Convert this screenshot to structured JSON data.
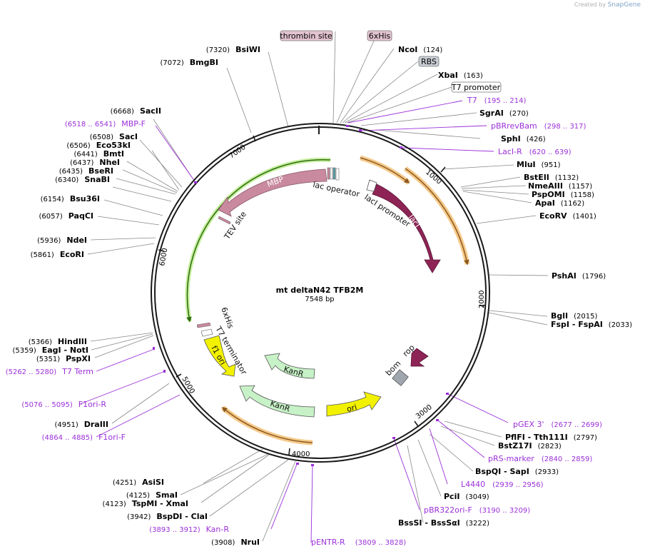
{
  "credit": {
    "prefix": "Created by",
    "brand": "SnapGene"
  },
  "plasmid": {
    "name": "mt deltaN42 TFB2M",
    "size_label": "7548 bp"
  },
  "ticks": [
    "1000",
    "2000",
    "3000",
    "4000",
    "5000",
    "6000",
    "7000"
  ],
  "boxed_labels": [
    {
      "text": "thrombin site",
      "fill": "#e3c3d0"
    },
    {
      "text": "6xHis",
      "fill": "#e3c3d0"
    },
    {
      "text": "RBS",
      "fill": "#c9ced4"
    },
    {
      "text": "T7 promoter",
      "fill": "#ffffff"
    }
  ],
  "sites_right": [
    {
      "name": "NcoI",
      "pos": "(124)"
    },
    {
      "name": "XbaI",
      "pos": "(163)"
    },
    {
      "name": "SgrAI",
      "pos": "(270)"
    },
    {
      "name": "SphI",
      "pos": "(426)"
    },
    {
      "name": "MluI",
      "pos": "(951)"
    },
    {
      "name": "BstEII",
      "pos": "(1132)"
    },
    {
      "name": "NmeAIII",
      "pos": "(1157)"
    },
    {
      "name": "PspOMI",
      "pos": "(1158)"
    },
    {
      "name": "ApaI",
      "pos": "(1162)"
    },
    {
      "name": "EcoRV",
      "pos": "(1401)"
    },
    {
      "name": "PshAI",
      "pos": "(1796)"
    },
    {
      "name": "BglI",
      "pos": "(2015)"
    },
    {
      "name": "FspI  -  FspAI",
      "pos": "(2033)"
    },
    {
      "name": "PflFI  -  Tth111I",
      "pos": "(2797)"
    },
    {
      "name": "BstZ17I",
      "pos": "(2823)"
    },
    {
      "name": "BspQI  -  SapI",
      "pos": "(2933)"
    },
    {
      "name": "PciI",
      "pos": "(3049)"
    },
    {
      "name": "BssSI  -  BssSαI",
      "pos": "(3222)"
    }
  ],
  "primers_right": [
    {
      "name": "T7",
      "pos": "(195 .. 214)"
    },
    {
      "name": "pBRrevBam",
      "pos": "(298 .. 317)"
    },
    {
      "name": "LacI-R",
      "pos": "(620 .. 639)"
    },
    {
      "name": "pGEX 3'",
      "pos": "(2677 .. 2699)"
    },
    {
      "name": "pRS-marker",
      "pos": "(2840 .. 2859)"
    },
    {
      "name": "L4440",
      "pos": "(2939 .. 2956)"
    },
    {
      "name": "pBR322ori-F",
      "pos": "(3190 .. 3209)"
    }
  ],
  "sites_left": [
    {
      "name": "BsiWI",
      "pos": "(7320)"
    },
    {
      "name": "BmgBI",
      "pos": "(7072)"
    },
    {
      "name": "SacII",
      "pos": "(6668)"
    },
    {
      "name": "SacI",
      "pos": "(6508)"
    },
    {
      "name": "Eco53kI",
      "pos": "(6506)"
    },
    {
      "name": "BmtI",
      "pos": "(6441)"
    },
    {
      "name": "NheI",
      "pos": "(6437)"
    },
    {
      "name": "BseRI",
      "pos": "(6435)"
    },
    {
      "name": "SnaBI",
      "pos": "(6340)"
    },
    {
      "name": "Bsu36I",
      "pos": "(6154)"
    },
    {
      "name": "PaqCI",
      "pos": "(6057)"
    },
    {
      "name": "NdeI",
      "pos": "(5936)"
    },
    {
      "name": "EcoRI",
      "pos": "(5861)"
    },
    {
      "name": "HindIII",
      "pos": "(5366)"
    },
    {
      "name": "EagI  -  NotI",
      "pos": "(5359)"
    },
    {
      "name": "PspXI",
      "pos": "(5351)"
    },
    {
      "name": "DraIII",
      "pos": "(4951)"
    }
  ],
  "primers_left": [
    {
      "name": "MBP-F",
      "pos": "(6518 .. 6541)"
    },
    {
      "name": "T7 Term",
      "pos": "(5262 .. 5280)"
    },
    {
      "name": "F1ori-R",
      "pos": "(5076 .. 5095)"
    },
    {
      "name": "F1ori-F",
      "pos": "(4864 .. 4885)"
    }
  ],
  "sites_bottom": [
    {
      "name": "AsiSI",
      "pos": "(4251)"
    },
    {
      "name": "SmaI",
      "pos": "(4125)"
    },
    {
      "name": "TspMI  -  XmaI",
      "pos": "(4123)"
    },
    {
      "name": "BspDI  -  ClaI",
      "pos": "(3942)"
    },
    {
      "name": "NruI",
      "pos": "(3908)"
    }
  ],
  "primers_bottom": [
    {
      "name": "Kan-R",
      "pos": "(3893 .. 3912)"
    },
    {
      "name": "pENTR-R",
      "pos": "(3809 .. 3828)"
    }
  ],
  "features": [
    {
      "name": "MBP",
      "color": "#c9899e"
    },
    {
      "name": "lacI",
      "color": "#8e2456"
    },
    {
      "name": "lac operator",
      "color": "#5aa1a8"
    },
    {
      "name": "lacI promoter",
      "color": "#ffffff"
    },
    {
      "name": "TEV site",
      "color": "#c9899e"
    },
    {
      "name": "6xHis",
      "color": "#c9899e"
    },
    {
      "name": "T7 terminator",
      "color": "#ffffff"
    },
    {
      "name": "f1 ori",
      "color": "#f2f200"
    },
    {
      "name": "KanR",
      "color": "#c7f2c7"
    },
    {
      "name": "KanR",
      "color": "#c7f2c7"
    },
    {
      "name": "ori",
      "color": "#f2f200"
    },
    {
      "name": "bom",
      "color": "#a0a6ad"
    },
    {
      "name": "rop",
      "color": "#8e2456"
    }
  ],
  "colors": {
    "primer": "#9b30d9",
    "orf_fill": "#f6c98a",
    "orf_stroke": "#8a5a20",
    "inner_green": "#6ad13a",
    "backbone": "#1a1a1a"
  }
}
